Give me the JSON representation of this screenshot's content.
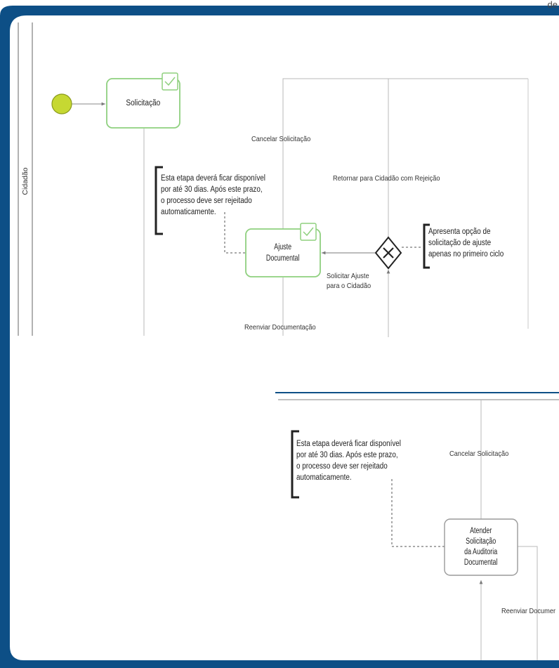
{
  "header_fragment": "de",
  "lane_label": "Cidadão",
  "colors": {
    "frame": "#0d4f86",
    "task_border": "#8fd07f",
    "start_event_fill": "#c6d832",
    "start_event_stroke": "#8a9a1c",
    "line": "#b8b8b8",
    "bracket": "#222222"
  },
  "tasks": {
    "solicitacao": "Solicitação",
    "ajuste_documental": [
      "Ajuste",
      "Documental"
    ],
    "atender_solicitacao": [
      "Atender",
      "Solicitação",
      "da Auditoria",
      "Documental"
    ]
  },
  "flow_labels": {
    "cancelar_top": "Cancelar Solicitação",
    "retornar": "Retornar para Cidadão com Rejeição",
    "solicitar_ajuste": [
      "Solicitar Ajuste",
      "para o Cidadão"
    ],
    "reenviar_top": "Reenviar Documentação",
    "cancelar_bottom": "Cancelar Solicitação",
    "reenviar_bottom": "Reenviar Documer"
  },
  "notes": {
    "prazo_top": [
      "Esta etapa deverá ficar disponível",
      "por até 30 dias. Após este prazo,",
      "o processo deve ser rejeitado",
      "automaticamente."
    ],
    "gateway_note": [
      "Apresenta opção de",
      "solicitação de ajuste",
      "apenas no primeiro ciclo"
    ],
    "prazo_bottom": [
      "Esta etapa deverá ficar disponível",
      "por até 30 dias. Após este prazo,",
      "o processo deve ser rejeitado",
      "automaticamente."
    ]
  },
  "icons": [
    "start-event-icon",
    "task-check-icon",
    "exclusive-gateway-icon"
  ]
}
